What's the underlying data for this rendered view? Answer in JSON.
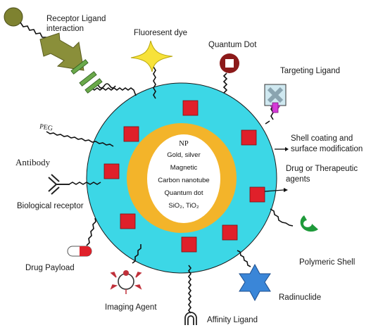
{
  "labels": {
    "receptor_ligand_1": "Receptor Ligand",
    "receptor_ligand_2": "interaction",
    "fluorescent_dye": "Fluoresent dye",
    "quantum_dot": "Quantum Dot",
    "targeting_ligand": "Targeting Ligand",
    "shell_coating_1": "Shell coating and",
    "shell_coating_2": "surface modification",
    "drug_therapeutic_1": "Drug or Therapeutic",
    "drug_therapeutic_2": "agents",
    "peg": "PEG",
    "antibody": "Antibody",
    "biological_receptor": "Biological receptor",
    "polymeric_shell": "Polymeric Shell",
    "drug_payload": "Drug Payload",
    "radionuclide": "Radinuclide",
    "imaging_agent": "Imaging Agent",
    "affinity_ligand": "Affinity Ligand"
  },
  "core": {
    "np": "NP",
    "line1": "Gold, silver",
    "line2": "Magnetic",
    "line3": "Carbon nanotube",
    "line4": "Quantum dot",
    "line5": "SiO₂, TiO₂"
  },
  "colors": {
    "shell": "#3cd7e6",
    "ring": "#f3b42a",
    "core": "#ffffff",
    "drug_square": "#e0202a",
    "dye": "#f7e23a",
    "arrow": "#8a8f3a",
    "receptor": "#6aa94a",
    "quantum_dot": "#8c1a1a",
    "polymer": "#1e9a3a",
    "radionuclide": "#3a86d8",
    "targeting_arrow": "#d63ad8"
  }
}
